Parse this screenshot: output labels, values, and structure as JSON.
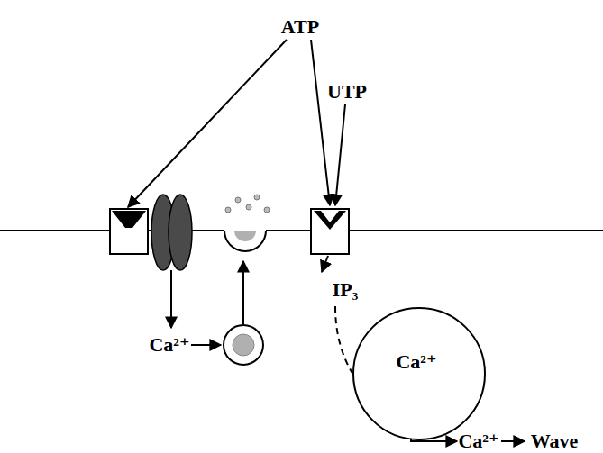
{
  "diagram": {
    "nodes": [
      {
        "text": [
          "Ca²⁺"
        ]
      }
    ],
    "labels": [
      "ATP",
      "UTP",
      "Ca²⁺",
      "IP₃",
      "Ca²⁺",
      "Wave"
    ]
  }
}
